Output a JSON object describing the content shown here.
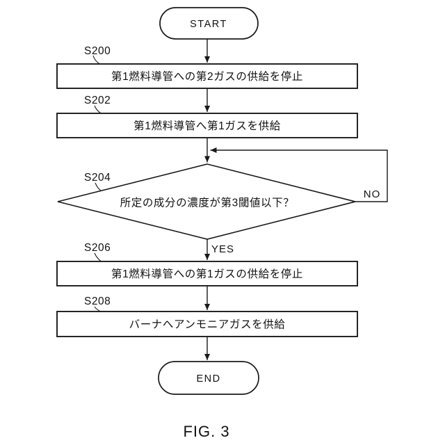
{
  "figure": {
    "caption": "FIG. 3"
  },
  "flowchart": {
    "terminals": {
      "start": "START",
      "end": "END"
    },
    "steps": [
      {
        "id": "S200",
        "type": "process",
        "text": "第1燃料導管への第2ガスの供給を停止"
      },
      {
        "id": "S202",
        "type": "process",
        "text": "第1燃料導管へ第1ガスを供給"
      },
      {
        "id": "S204",
        "type": "decision",
        "text": "所定の成分の濃度が第3閾値以下？"
      },
      {
        "id": "S206",
        "type": "process",
        "text": "第1燃料導管への第1ガスの供給を停止"
      },
      {
        "id": "S208",
        "type": "process",
        "text": "バーナへアンモニアガスを供給"
      }
    ],
    "branch_labels": {
      "yes": "YES",
      "no": "NO"
    },
    "colors": {
      "stroke": "#1a1a1a",
      "background": "#ffffff"
    }
  }
}
